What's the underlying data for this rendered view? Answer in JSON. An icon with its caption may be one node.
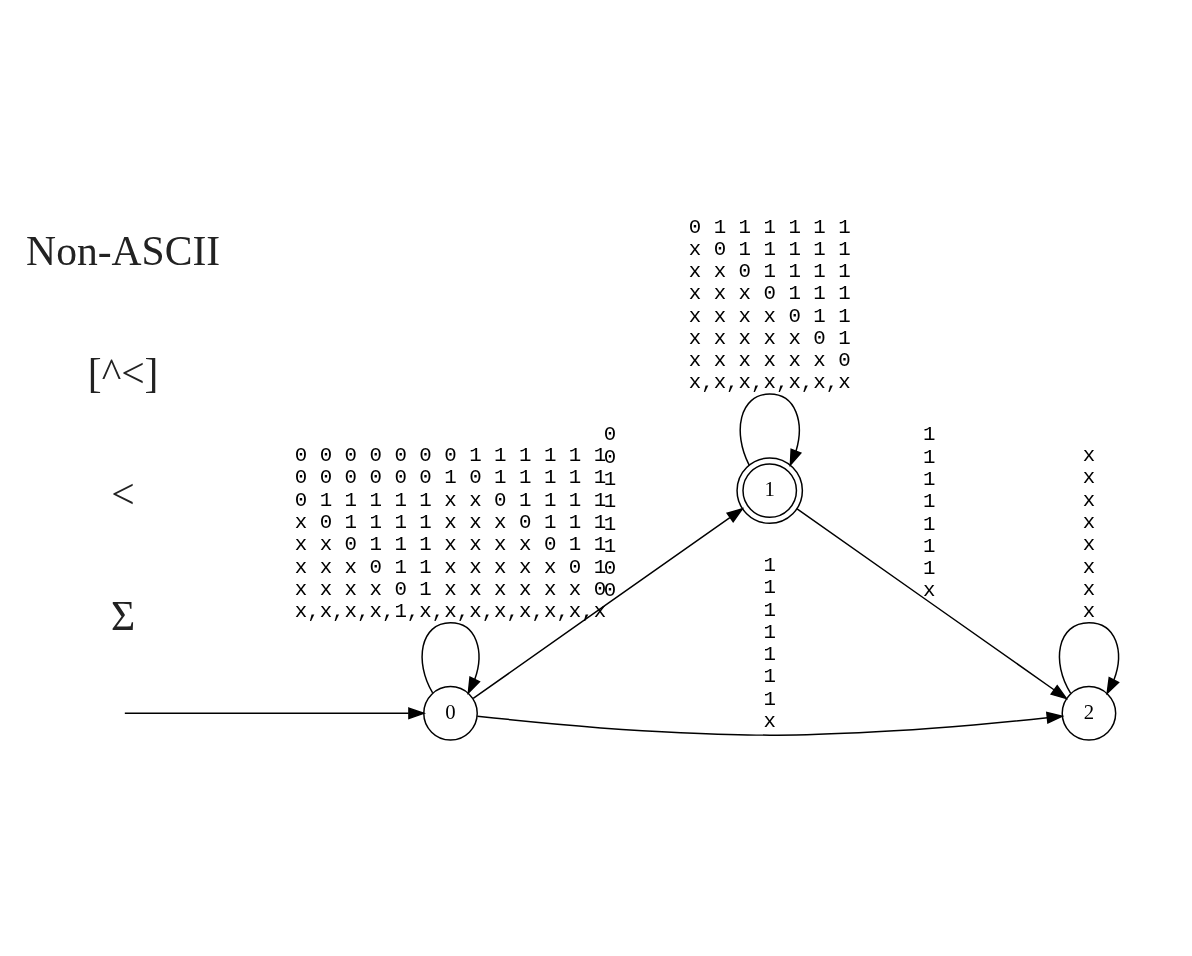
{
  "diagram": {
    "nodes": [
      {
        "text": [
          "0"
        ]
      },
      {
        "text": [
          "1"
        ]
      },
      {
        "text": [
          "2"
        ]
      }
    ],
    "edges": [
      {
        "from": null,
        "to": 0,
        "arrow": "to"
      },
      {
        "from": 0,
        "to": 0,
        "arrow": "to",
        "label": "0 0 0 0 0 0 0 1 1 1 1 1 1 0 0 0 0 0 0 1 0 1 1 1 1 1 0 1 1 1 1 1 x x 0 1 1 1 1 x 0 1 1 1 1 x x x 0 1 1 1 x x 0 1 1 1 x x x x 0 1 1 x x x 0 1 1 x x x x x 0 1 x x x x 0 1 x x x x x x 0 x,x,x,x,1,x,x,x,x,x,x,x,x"
      },
      {
        "from": 0,
        "to": 1,
        "arrow": "to",
        "label": "0 0 1 1 1 1 0 0"
      },
      {
        "from": 1,
        "to": 1,
        "arrow": "to",
        "label": "0 1 1 1 1 1 1 x 0 1 1 1 1 1 x x 0 1 1 1 1 x x x 0 1 1 1 x x x x 0 1 1 x x x x x 0 1 x x x x x x 0 x,x,x,x,x,x,x"
      },
      {
        "from": 1,
        "to": 2,
        "arrow": "to",
        "label": "1 1 1 1 1 1 1 x"
      },
      {
        "from": 0,
        "to": 2,
        "arrow": "to",
        "label": "1 1 1 1 1 1 1 x"
      },
      {
        "from": 2,
        "to": 2,
        "arrow": "to",
        "label": "x x x x x x x x"
      }
    ],
    "labels": [
      "Σ",
      "<",
      "[^<]",
      "Non-ASCII"
    ]
  }
}
